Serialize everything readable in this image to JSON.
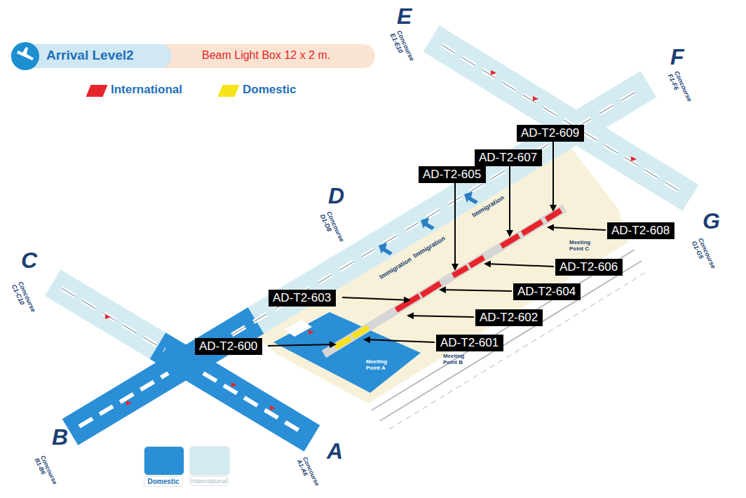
{
  "diagram": {
    "title": "Arrival Level2",
    "nodes": [
      {
        "text": [
          "AD-T2-609"
        ]
      },
      {
        "text": [
          "AD-T2-607"
        ]
      },
      {
        "text": [
          "AD-T2-605"
        ]
      },
      {
        "text": [
          "AD-T2-608"
        ]
      },
      {
        "text": [
          "AD-T2-606"
        ]
      },
      {
        "text": [
          "AD-T2-603"
        ]
      },
      {
        "text": [
          "AD-T2-604"
        ]
      },
      {
        "text": [
          "AD-T2-602"
        ]
      },
      {
        "text": [
          "AD-T2-600"
        ]
      },
      {
        "text": [
          "AD-T2-601"
        ]
      }
    ],
    "edges": [],
    "labels": [
      "Beam Light Box 12 x 2 m.",
      "E",
      "Concourse E1-E10",
      "F",
      "Concourse F1-F6",
      "D",
      "Concourse D1-D8",
      "Immigration",
      "Immigration",
      "Immigration",
      "Meeting Point C",
      "G",
      "Concourse G1-G5",
      "C",
      "Concourse C1-C10",
      "Meeting Point B",
      "Meeting Point A",
      "B",
      "Concourse B1-B6",
      "A",
      "Concourse A1-A6"
    ],
    "legend": [
      {
        "text": "International",
        "color": "#e8242b"
      },
      {
        "text": "Domestic",
        "color": "#f7e21b"
      },
      {
        "text": "Domestic",
        "color": "#2a8fd6"
      },
      {
        "text": "International",
        "color": "#d3ebf0"
      }
    ]
  }
}
